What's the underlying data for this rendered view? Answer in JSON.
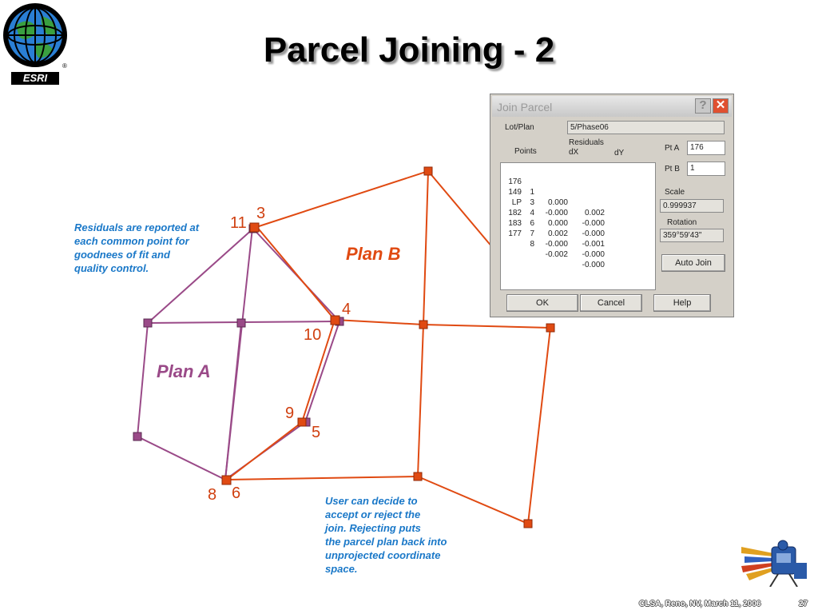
{
  "logo": {
    "text": "ESRI",
    "reg": "®"
  },
  "title": "Parcel Joining - 2",
  "labels": {
    "plan_a": "Plan A",
    "plan_b": "Plan B",
    "p11": "11",
    "p3": "3",
    "p4": "4",
    "p10": "10",
    "p9": "9",
    "p5": "5",
    "p8": "8",
    "p6": "6"
  },
  "notes": {
    "residuals": "Residuals are reported at\neach common point for\ngoodnees of fit and\nquality control.",
    "user": "User can decide to\naccept or reject the\njoin. Rejecting puts\nthe parcel plan back into\nunprojected coordinate\nspace."
  },
  "colors": {
    "plan_a": "#9a4a88",
    "plan_b": "#e04a12",
    "note": "#1a78c8"
  },
  "dialog": {
    "title": "Join Parcel",
    "help_icon": "?",
    "close_icon": "✕",
    "lotplan_label": "Lot/Plan",
    "lotplan_value": "5/Phase06",
    "residuals_header": "Residuals",
    "points_header": "Points",
    "dx_header": "dX",
    "dy_header": "dY",
    "rows": [
      {
        "a": "176",
        "b": "1",
        "dx": "0.000",
        "dy": "0.002"
      },
      {
        "a": "149",
        "b": "3",
        "dx": "-0.000",
        "dy": "-0.000"
      },
      {
        "a": "LP",
        "b": "4",
        "dx": "0.000",
        "dy": "-0.000"
      },
      {
        "a": "182",
        "b": "6",
        "dx": "0.002",
        "dy": "-0.001"
      },
      {
        "a": "183",
        "b": "7",
        "dx": "-0.000",
        "dy": "-0.000"
      },
      {
        "a": "177",
        "b": "8",
        "dx": "-0.002",
        "dy": "-0.000"
      }
    ],
    "pta_label": "Pt A",
    "pta_value": "176",
    "ptb_label": "Pt B",
    "ptb_value": "1",
    "scale_label": "Scale",
    "scale_value": "0.999937",
    "rotation_label": "Rotation",
    "rotation_value": "359°59'43\"",
    "auto_join": "Auto Join",
    "ok": "OK",
    "cancel": "Cancel",
    "help": "Help"
  },
  "footer": {
    "text": "CLSA, Reno, NV, March 11, 2006",
    "page": "27"
  }
}
